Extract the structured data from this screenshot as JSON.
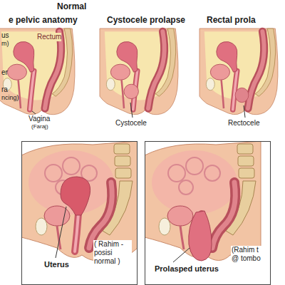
{
  "diagram": {
    "nodes": [
      {
        "text": [
          "Uterus",
          "( Rahim - posisi normal )"
        ]
      },
      {
        "text": [
          "Prolasped uterus",
          "(Rahim t @ tombo"
        ]
      }
    ],
    "labels": [
      "Normal",
      "e pelvic anatomy",
      "Cystocele prolapse",
      "Rectal prola",
      "us",
      "m)",
      "Rectum",
      "er",
      "ra",
      "ncing)",
      "Vagina",
      "(Faraj)",
      "Cystocele",
      "Rectocele"
    ]
  }
}
